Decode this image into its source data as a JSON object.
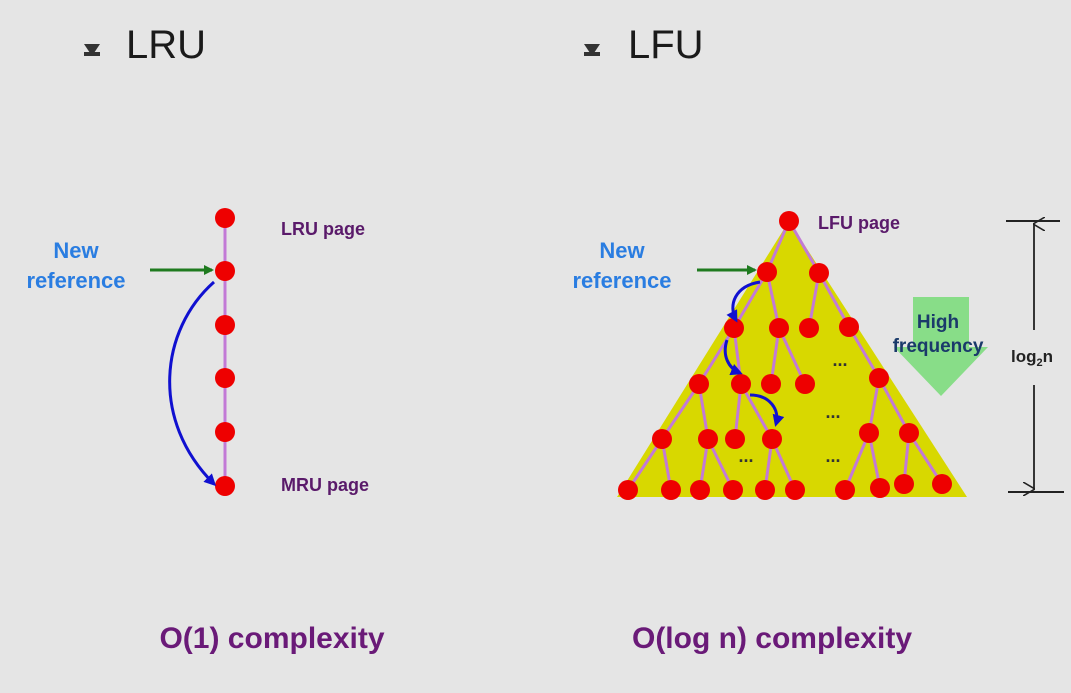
{
  "lru": {
    "title": "LRU",
    "new_reference_line1": "New",
    "new_reference_line2": "reference",
    "top_label": "LRU page",
    "bottom_label": "MRU page",
    "complexity": "O(1) complexity"
  },
  "lfu": {
    "title": "LFU",
    "new_reference_line1": "New",
    "new_reference_line2": "reference",
    "top_label": "LFU page",
    "freq_line1": "High",
    "freq_line2": "frequency",
    "log_base": "log",
    "log_sub": "2",
    "log_n": "n",
    "ellipsis": "...",
    "complexity": "O(log n) complexity"
  },
  "colors": {
    "node": "#ee0000",
    "line": "#c27ad6",
    "triangle": "#d8d800",
    "green_arrow": "#1f7a1f",
    "blue_arrow": "#1010d0",
    "freq_arrow": "#88dd88"
  }
}
